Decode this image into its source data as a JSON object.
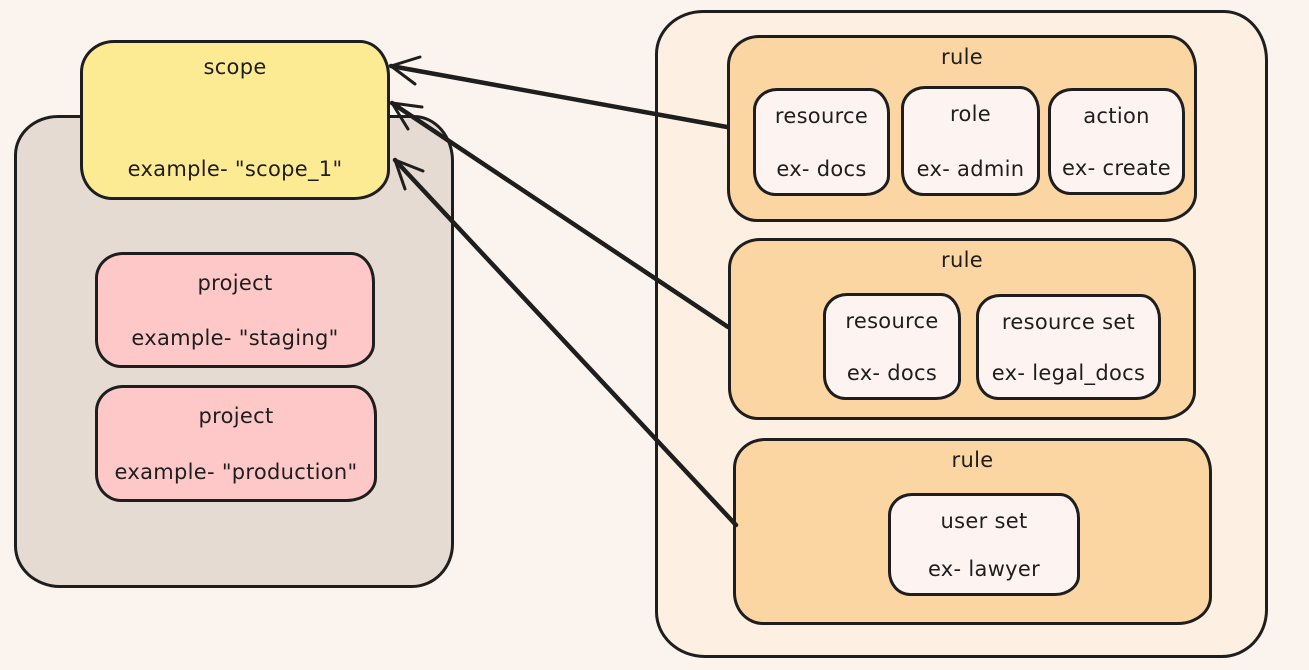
{
  "colors": {
    "background": "#fbf3ee",
    "scope_container_fill": "#e6dbd3",
    "scope_fill": "#fdeb94",
    "project_fill": "#ffc8c8",
    "rules_container_fill": "#fdf0e2",
    "rule_fill": "#fbd5a2",
    "item_fill": "#fdf3f0",
    "stroke": "#1e1e1e"
  },
  "scope_group": {
    "scope": {
      "title": "scope",
      "example": "example- \"scope_1\""
    },
    "projects": [
      {
        "title": "project",
        "example": "example- \"staging\""
      },
      {
        "title": "project",
        "example": "example- \"production\""
      }
    ]
  },
  "rules": [
    {
      "title": "rule",
      "items": [
        {
          "title": "resource",
          "example": "ex- docs"
        },
        {
          "title": "role",
          "example": "ex- admin"
        },
        {
          "title": "action",
          "example": "ex- create"
        }
      ]
    },
    {
      "title": "rule",
      "items": [
        {
          "title": "resource",
          "example": "ex- docs"
        },
        {
          "title": "resource set",
          "example": "ex- legal_docs"
        }
      ]
    },
    {
      "title": "rule",
      "items": [
        {
          "title": "user set",
          "example": "ex- lawyer"
        }
      ]
    }
  ],
  "arrows": [
    {
      "from": "rule-1",
      "to": "scope"
    },
    {
      "from": "rule-2",
      "to": "scope"
    },
    {
      "from": "rule-3",
      "to": "scope"
    }
  ]
}
